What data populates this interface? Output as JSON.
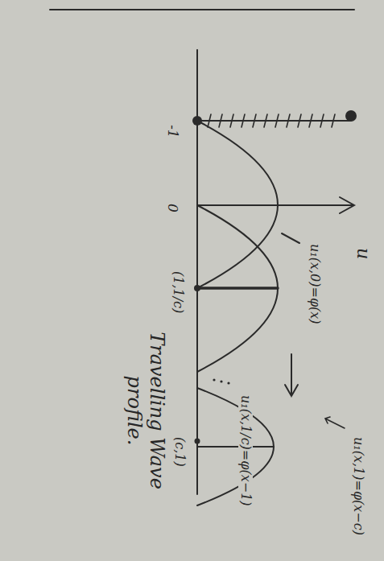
{
  "diagram": {
    "caption": "Travelling Wave profile.",
    "labels": [
      "u",
      "-1",
      "0",
      "u₁(x,0)=φ(x)",
      "(1,1/c)",
      "u₁(x,1/c)=φ(x−1)",
      "u₁(x,1)=φ(x−c)",
      "(c,1)"
    ]
  }
}
